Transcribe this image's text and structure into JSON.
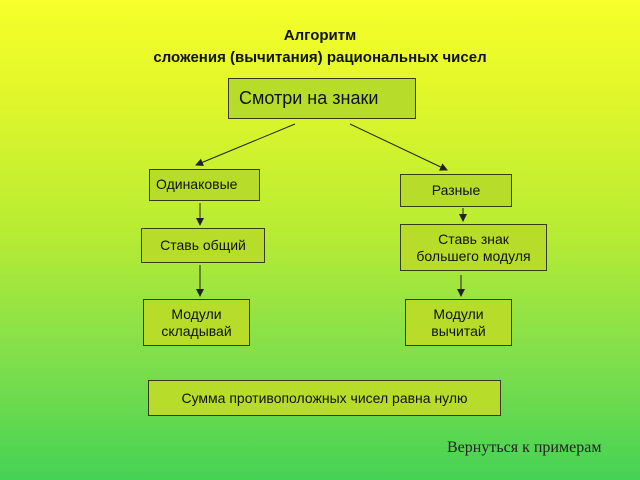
{
  "title": {
    "line1": "Алгоритм",
    "line2": "сложения (вычитания) рациональных чисел"
  },
  "nodes": {
    "root": "Смотри на знаки",
    "same": "Одинаковые",
    "diff": "Разные",
    "same_sign": "Ставь общий",
    "bigger_sign": [
      "Ставь знак",
      "большего модуля"
    ],
    "add_modules": [
      "Модули",
      "складывай"
    ],
    "sub_modules": [
      "Модули",
      "вычитай"
    ],
    "opposite_sum": "Сумма противоположных чисел равна нулю"
  },
  "back_link": "Вернуться к примерам",
  "colors": {
    "box_fill": "#b7dd2a",
    "box_border": "#3a3a10",
    "background_top": "#f6ff2a",
    "background_bottom": "#45d255"
  }
}
